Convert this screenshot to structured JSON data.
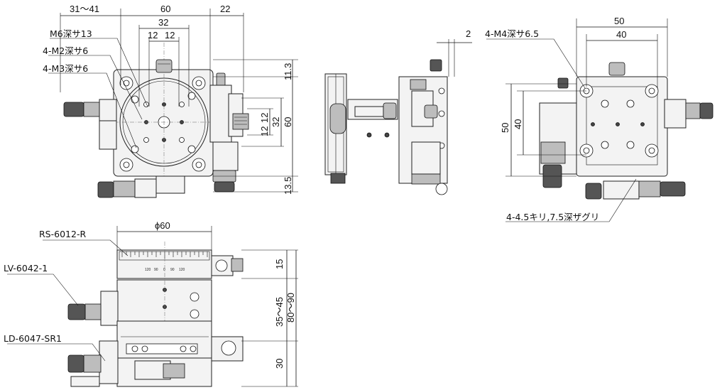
{
  "dimensions": {
    "top_31_41": "31～41",
    "top_60": "60",
    "top_22": "22",
    "top_32": "32",
    "top_12a": "12",
    "top_12b": "12",
    "right_11_3": "11.3",
    "right_12a": "12",
    "right_12b": "12",
    "right_32": "32",
    "right_60": "60",
    "right_13_5": "13.5",
    "side_2": "2",
    "rv_50_top": "50",
    "rv_40_top": "40",
    "rv_50_left": "50",
    "rv_40_left": "40",
    "front_phi60": "ϕ60",
    "front_15": "15",
    "front_35_45": "35～45",
    "front_80_90": "80～90",
    "front_30": "30"
  },
  "labels": {
    "m6": "M6深サ13",
    "m2": "4-M2深サ6",
    "m3": "4-M3深サ6",
    "m4": "4-M4深サ6.5",
    "counterbore": "4-4.5キリ,7.5深ザグリ",
    "rs": "RS-6012-R",
    "lv": "LV-6042-1",
    "ld": "LD-6047-SR1"
  },
  "scale": {
    "left": "120",
    "mid_left": "90",
    "center": "0",
    "mid_right": "90",
    "right": "120"
  }
}
